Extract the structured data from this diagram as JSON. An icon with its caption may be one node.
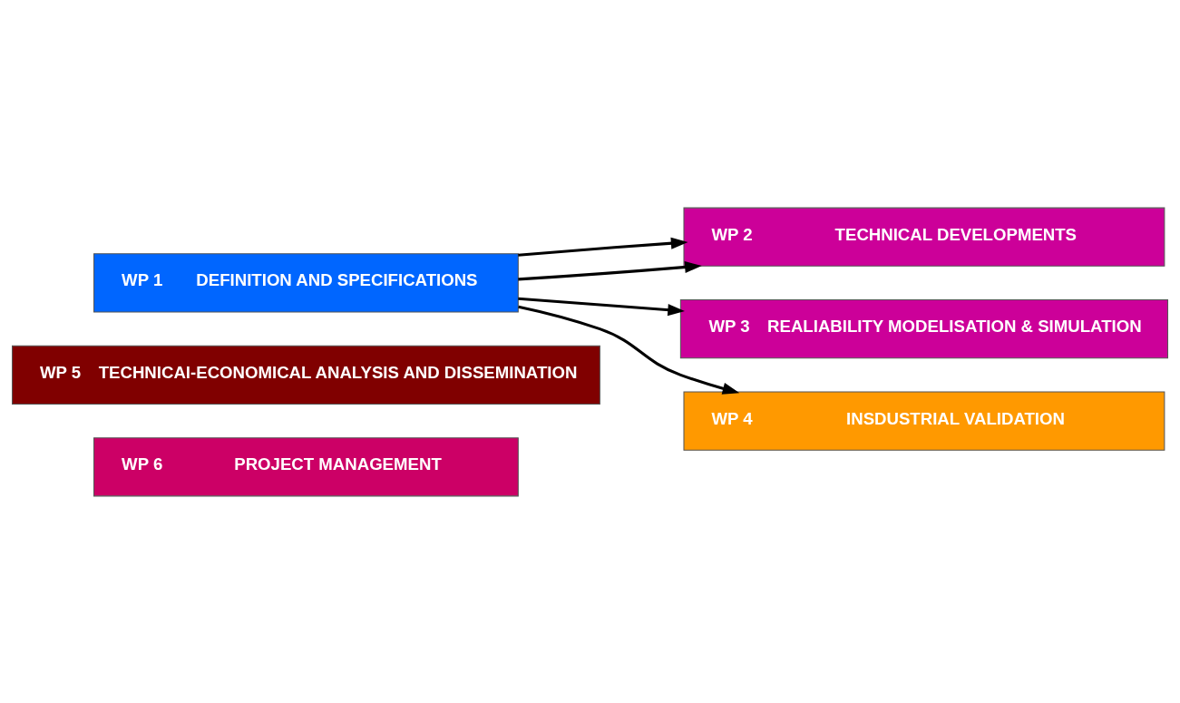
{
  "diagram": {
    "nodes": [
      {
        "text": [
          "WP 6",
          "PROJECT MANAGEMENT"
        ]
      },
      {
        "text": [
          "WP 5",
          "TECHNICAI-ECONOMICAL ANALYSIS AND DISSEMINATION"
        ]
      },
      {
        "text": [
          "WP 1",
          "DEFINITION AND SPECIFICATIONS"
        ]
      },
      {
        "text": [
          "WP 2",
          "TECHNICAL DEVELOPMENTS"
        ]
      },
      {
        "text": [
          "WP 3",
          "REALIABILITY MODELISATION & SIMULATION"
        ]
      },
      {
        "text": [
          "WP 4",
          "INSDUSTRIAL VALIDATION"
        ]
      }
    ],
    "edges": [
      {
        "from": 2,
        "to": 3,
        "arrow": "to"
      },
      {
        "from": 2,
        "to": 3,
        "arrow": "to"
      },
      {
        "from": 2,
        "to": 4,
        "arrow": "to"
      },
      {
        "from": 2,
        "to": 5,
        "arrow": "to"
      }
    ]
  }
}
